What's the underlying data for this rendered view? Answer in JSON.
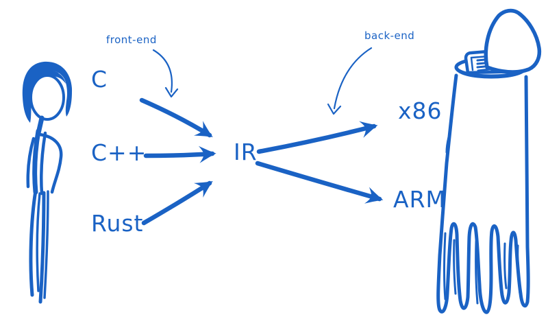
{
  "diagram": {
    "description": "Hand-drawn sketch of compiler architecture: source languages feed through a front-end into IR, and a back-end emits machine targets; a person doodle stands on the left and a melting trash can full of newspapers on the right",
    "annotations": {
      "front_end": "front-end",
      "back_end": "back-end"
    },
    "nodes": {
      "sources": [
        "C",
        "C++",
        "Rust"
      ],
      "ir": "IR",
      "targets": [
        "x86",
        "ARM"
      ]
    },
    "edges": [
      {
        "from": "C",
        "to": "IR"
      },
      {
        "from": "C++",
        "to": "IR"
      },
      {
        "from": "Rust",
        "to": "IR"
      },
      {
        "from": "IR",
        "to": "x86"
      },
      {
        "from": "IR",
        "to": "ARM"
      }
    ],
    "figures": [
      {
        "name": "person-doodle",
        "side": "left"
      },
      {
        "name": "melting-trash-can-doodle",
        "side": "right",
        "details": [
          "open lid",
          "newspaper sticking out",
          "dripping tentacle bottom"
        ]
      }
    ],
    "colors": {
      "ink": "#1a62c4",
      "background": "#ffffff"
    }
  }
}
